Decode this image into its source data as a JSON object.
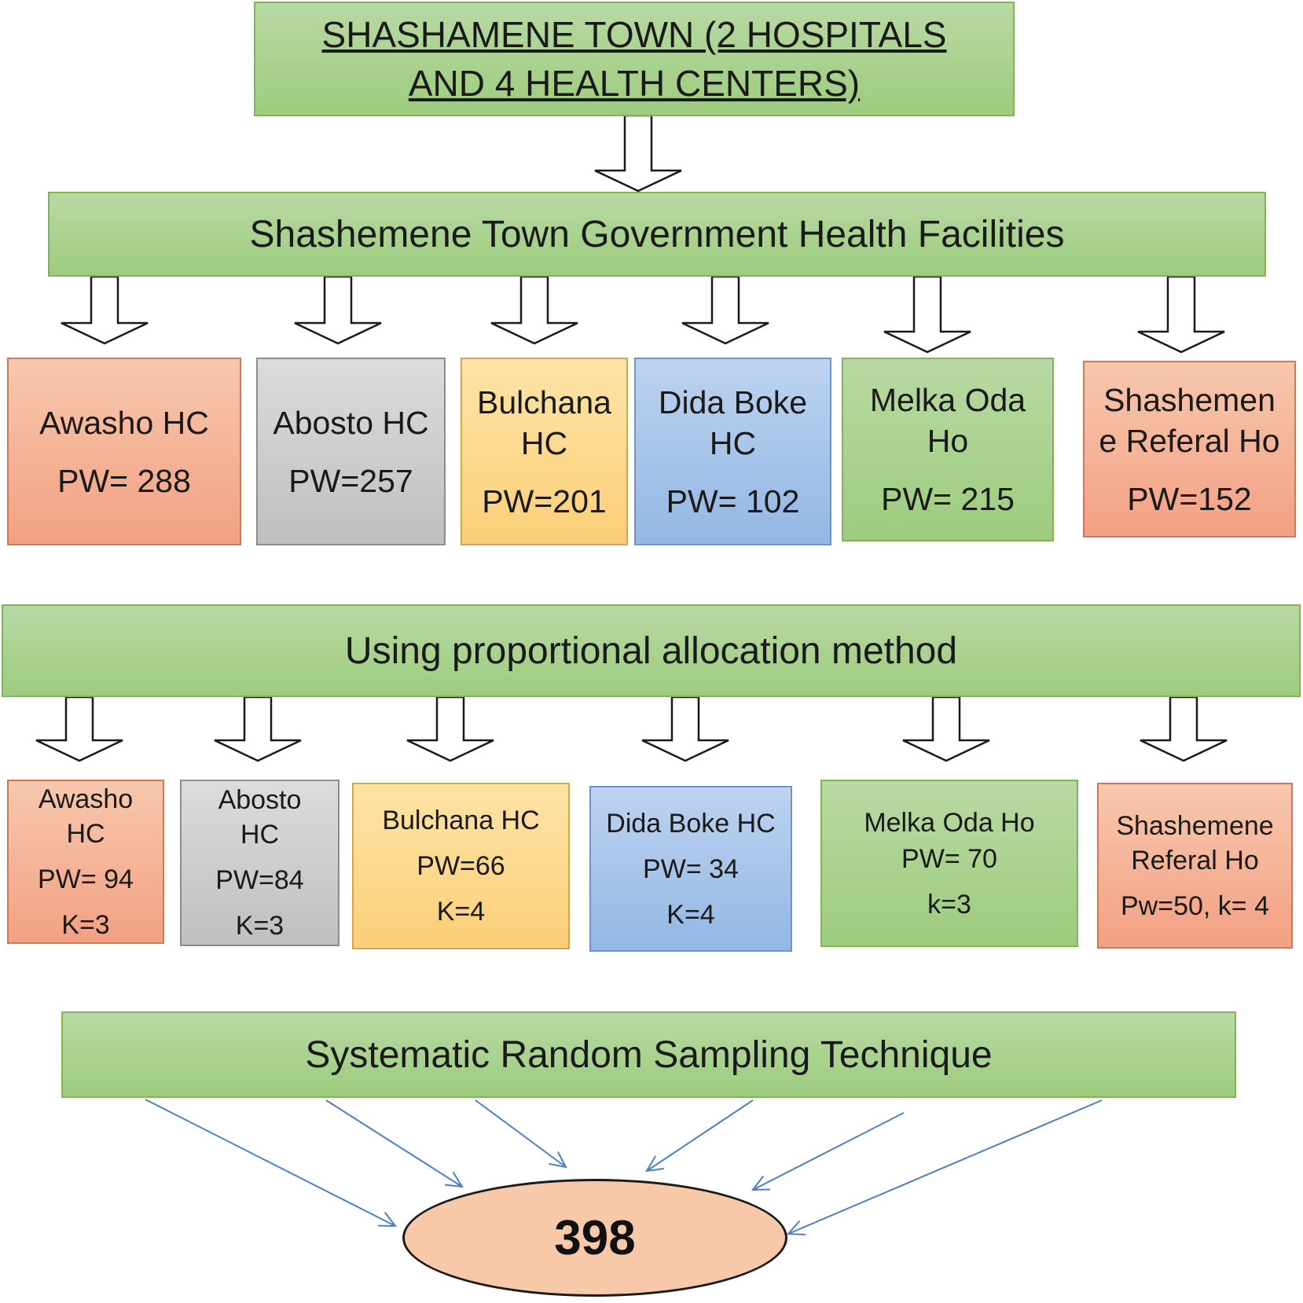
{
  "top": {
    "title_line1": "SHASHAMENE TOWN (2 HOSPITALS",
    "title_line2": "AND  4 HEALTH CENTERS)"
  },
  "facilities_band": "Shashemene Town Government Health Facilities",
  "facilities": [
    {
      "name_lines": [
        "Awasho HC"
      ],
      "pw": "PW= 288"
    },
    {
      "name_lines": [
        "Abosto HC"
      ],
      "pw": "PW=257"
    },
    {
      "name_lines": [
        "Bulchana",
        "HC"
      ],
      "pw": "PW=201"
    },
    {
      "name_lines": [
        "Dida Boke",
        "HC"
      ],
      "pw": "PW= 102"
    },
    {
      "name_lines": [
        "Melka Oda",
        "Ho"
      ],
      "pw": "PW= 215"
    },
    {
      "name_lines": [
        "Shashemen",
        "e Referal Ho"
      ],
      "pw": "PW=152"
    }
  ],
  "allocation_band": "Using proportional allocation method",
  "allocations": [
    {
      "name_lines": [
        "Awasho",
        "HC"
      ],
      "pw": "PW= 94",
      "k": "K=3"
    },
    {
      "name_lines": [
        "Abosto",
        "HC"
      ],
      "pw": "PW=84",
      "k": "K=3"
    },
    {
      "name_lines": [
        "Bulchana HC"
      ],
      "pw": "PW=66",
      "k": "K=4"
    },
    {
      "name_lines": [
        "Dida Boke HC"
      ],
      "pw": "PW= 34",
      "k": "K=4"
    },
    {
      "name_lines": [
        "Melka Oda Ho"
      ],
      "pw": "PW= 70",
      "k": "k=3"
    },
    {
      "name_lines": [
        "Shashemene",
        "Referal Ho"
      ],
      "pw": "Pw=50, k= 4",
      "k": ""
    }
  ],
  "sampling_band": "Systematic Random Sampling Technique",
  "total": "398",
  "colors": {
    "green": "#9dcc7e",
    "salmon": "#f3a083",
    "grey": "#bfbfbf",
    "yellow": "#fccf78",
    "blue": "#93b7e4",
    "connector": "#4f7fbf"
  }
}
